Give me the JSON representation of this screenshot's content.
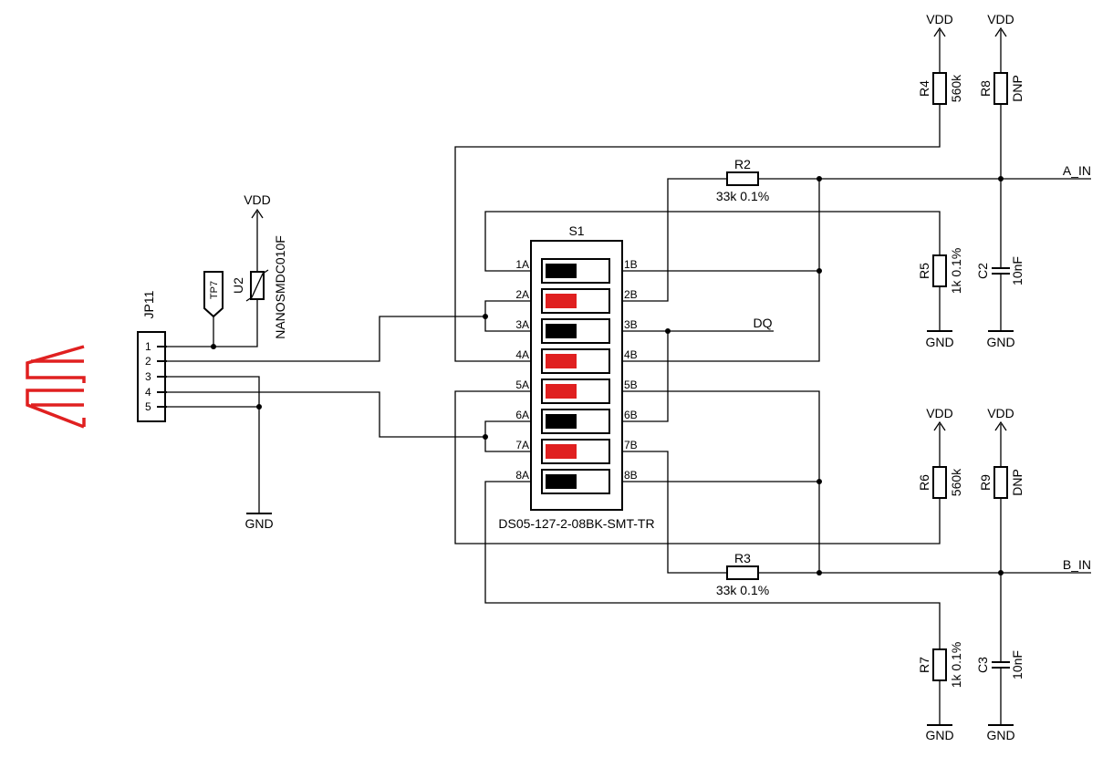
{
  "connector": {
    "ref": "JP11",
    "pins": [
      "1",
      "2",
      "3",
      "4",
      "5"
    ]
  },
  "test_point": {
    "ref": "TP7"
  },
  "fuse": {
    "ref": "U2",
    "value": "NANOSMDC010F"
  },
  "switch": {
    "ref": "S1",
    "part": "DS05-127-2-08BK-SMT-TR",
    "left_pins": [
      "1A",
      "2A",
      "3A",
      "4A",
      "5A",
      "6A",
      "7A",
      "8A"
    ],
    "right_pins": [
      "1B",
      "2B",
      "3B",
      "4B",
      "5B",
      "6B",
      "7B",
      "8B"
    ],
    "positions": [
      "black",
      "red",
      "black",
      "red",
      "red",
      "black",
      "red",
      "black"
    ],
    "colors": {
      "black": "#000000",
      "red": "#e02020"
    }
  },
  "resistors": {
    "R2": {
      "ref": "R2",
      "value": "33k 0.1%"
    },
    "R3": {
      "ref": "R3",
      "value": "33k 0.1%"
    },
    "R4": {
      "ref": "R4",
      "value": "560k"
    },
    "R5": {
      "ref": "R5",
      "value": "1k 0.1%"
    },
    "R6": {
      "ref": "R6",
      "value": "560k"
    },
    "R7": {
      "ref": "R7",
      "value": "1k 0.1%"
    },
    "R8": {
      "ref": "R8",
      "value": "DNP"
    },
    "R9": {
      "ref": "R9",
      "value": "DNP"
    }
  },
  "capacitors": {
    "C2": {
      "ref": "C2",
      "value": "10nF"
    },
    "C3": {
      "ref": "C3",
      "value": "10nF"
    }
  },
  "nets": {
    "vdd": "VDD",
    "gnd": "GND",
    "a_in": "A_IN",
    "b_in": "B_IN",
    "dq": "DQ"
  }
}
